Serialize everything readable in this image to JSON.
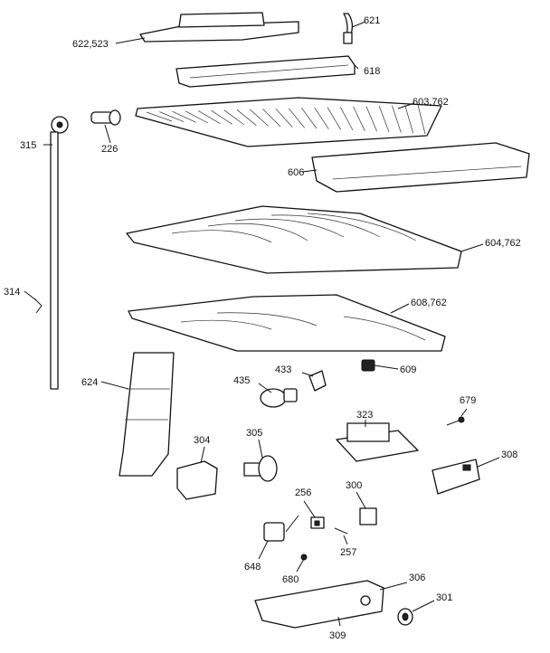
{
  "callouts": {
    "p621": "621",
    "p622_523": "622,523",
    "p618": "618",
    "p603_762": "603,762",
    "p315": "315",
    "p226": "226",
    "p606": "606",
    "p604_762": "604,762",
    "p314": "314",
    "p608_762": "608,762",
    "p624": "624",
    "p435": "435",
    "p433": "433",
    "p609": "609",
    "p679": "679",
    "p323": "323",
    "p304": "304",
    "p305": "305",
    "p308": "308",
    "p256": "256",
    "p300": "300",
    "p648": "648",
    "p257": "257",
    "p680": "680",
    "p306": "306",
    "p301": "301",
    "p309": "309"
  },
  "colors": {
    "ink": "#111111",
    "paper": "#ffffff"
  }
}
